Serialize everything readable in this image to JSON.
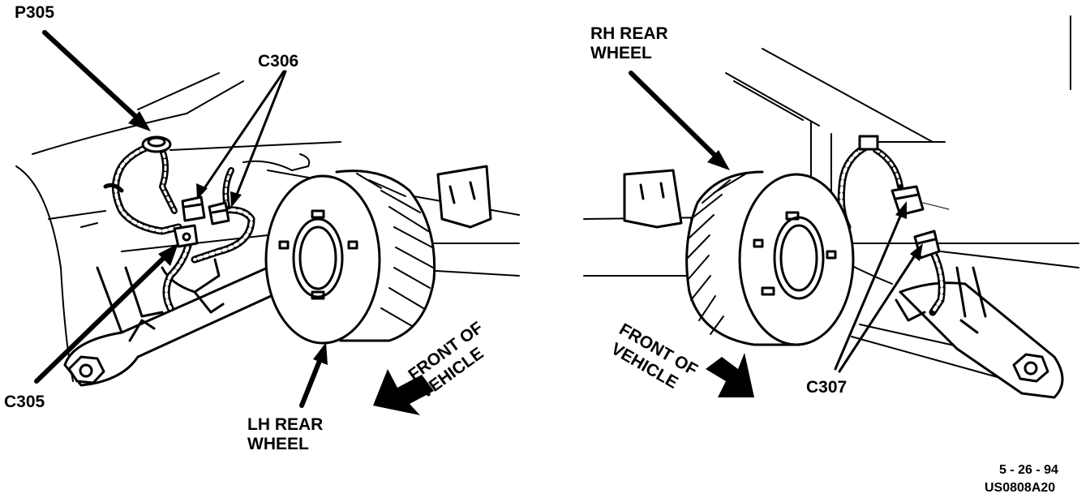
{
  "labels": {
    "p305": "P305",
    "c306": "C306",
    "c305": "C305",
    "lh_wheel_1": "LH REAR",
    "lh_wheel_2": "WHEEL",
    "front_left_1": "FRONT OF",
    "front_left_2": "VEHICLE",
    "rh_wheel_1": "RH REAR",
    "rh_wheel_2": "WHEEL",
    "front_right_1": "FRONT OF",
    "front_right_2": "VEHICLE",
    "c307": "C307",
    "date": "5 - 26 - 94",
    "figure_id": "US0808A20"
  },
  "colors": {
    "ink": "#000000",
    "paper": "#ffffff"
  }
}
